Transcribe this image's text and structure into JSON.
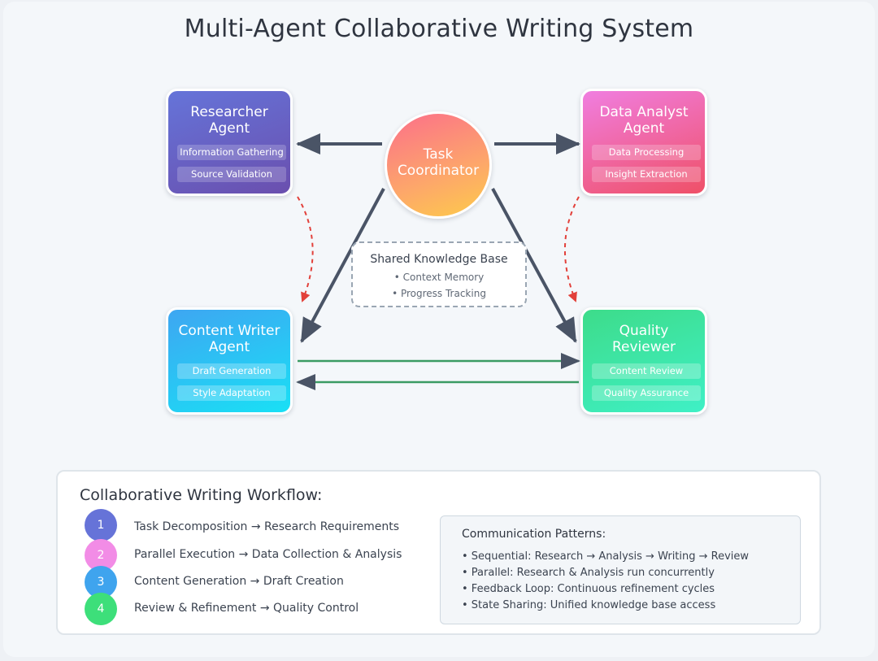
{
  "title": "Multi-Agent Collaborative Writing System",
  "coordinator": {
    "line1": "Task",
    "line2": "Coordinator",
    "colors": [
      "#fb6f8a",
      "#fdcb4a"
    ]
  },
  "agents": {
    "researcher": {
      "line1": "Researcher",
      "line2": "Agent",
      "capabilities": [
        "Information Gathering",
        "Source Validation"
      ],
      "colors": [
        "#6574d9",
        "#6a4fae"
      ]
    },
    "analyst": {
      "line1": "Data Analyst",
      "line2": "Agent",
      "capabilities": [
        "Data Processing",
        "Insight Extraction"
      ],
      "colors": [
        "#f07ee0",
        "#ef5067"
      ]
    },
    "writer": {
      "line1": "Content Writer",
      "line2": "Agent",
      "capabilities": [
        "Draft Generation",
        "Style Adaptation"
      ],
      "colors": [
        "#3ea6f2",
        "#19e0f5"
      ]
    },
    "quality": {
      "line1": "Quality",
      "line2": "Reviewer",
      "capabilities": [
        "Content Review",
        "Quality Assurance"
      ],
      "colors": [
        "#3ddc8a",
        "#3ff0c6"
      ]
    }
  },
  "knowledge_base": {
    "title": "Shared Knowledge Base",
    "items": [
      "• Context Memory",
      "• Progress Tracking"
    ]
  },
  "connections": {
    "arrow_color": "#4a5466",
    "dashed_color": "#e2403a",
    "feedback_color": "#3a9b63"
  },
  "workflow": {
    "title": "Collaborative Writing Workflow:",
    "steps": [
      {
        "num": "1",
        "text": "Task Decomposition → Research Requirements",
        "color": "#6673d8"
      },
      {
        "num": "2",
        "text": "Parallel Execution → Data Collection & Analysis",
        "color": "#f28ce6"
      },
      {
        "num": "3",
        "text": "Content Generation → Draft Creation",
        "color": "#3fa4ee"
      },
      {
        "num": "4",
        "text": "Review & Refinement → Quality Control",
        "color": "#3ddf7a"
      }
    ],
    "patterns": {
      "title": "Communication Patterns:",
      "items": [
        "• Sequential: Research → Analysis → Writing → Review",
        "• Parallel: Research & Analysis run concurrently",
        "• Feedback Loop: Continuous refinement cycles",
        "• State Sharing: Unified knowledge base access"
      ]
    }
  }
}
